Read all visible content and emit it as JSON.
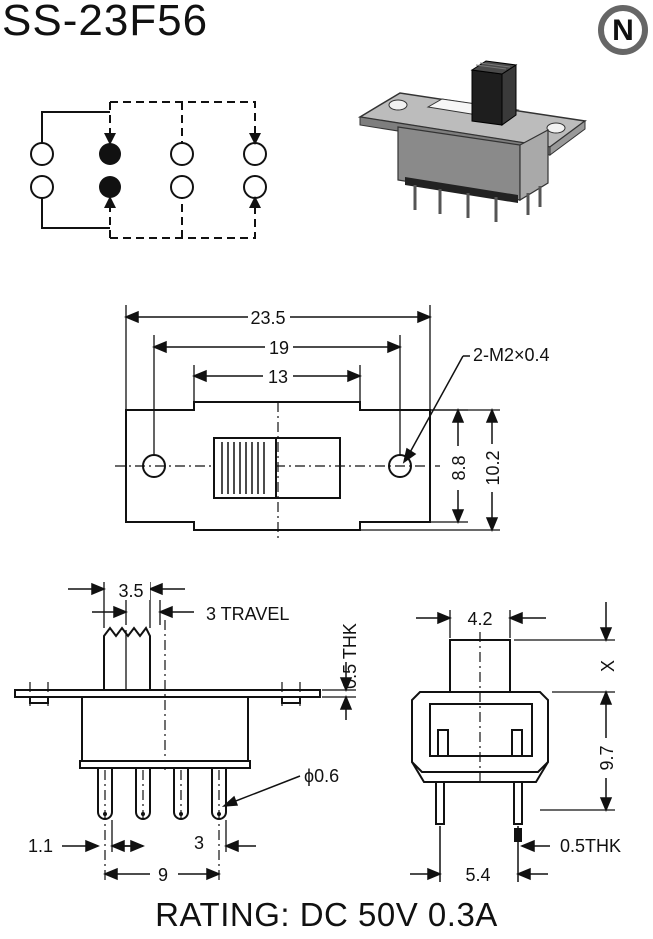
{
  "title": "SS-23F56",
  "logo": {
    "letter": "N",
    "icon": "brand-n-logo-icon"
  },
  "rating": "RATING: DC 50V 0.3A",
  "top_view": {
    "width": "23.5",
    "hole_pitch": "19",
    "slot_length": "13",
    "screw_note": "2-M2×0.4",
    "inner_height": "8.8",
    "outer_height": "10.2"
  },
  "side_view": {
    "actuator_width": "3.5",
    "travel": "3 TRAVEL",
    "plate_thickness": "0.5 THK",
    "pin_diameter": "ϕ0.6",
    "pin_offset": "1.1",
    "pin_pitch": "3",
    "pin_span": "9"
  },
  "end_view": {
    "actuator_width": "4.2",
    "actuator_height": "X",
    "body_height": "9.7",
    "pin_thickness": "0.5THK",
    "row_spacing": "5.4"
  },
  "schematic": {
    "terminal_rows": 2,
    "terminal_columns": 4,
    "active_column": 2
  },
  "colors": {
    "ink": "#111111",
    "paper": "#ffffff",
    "body_gray": "#8a8a8a"
  }
}
